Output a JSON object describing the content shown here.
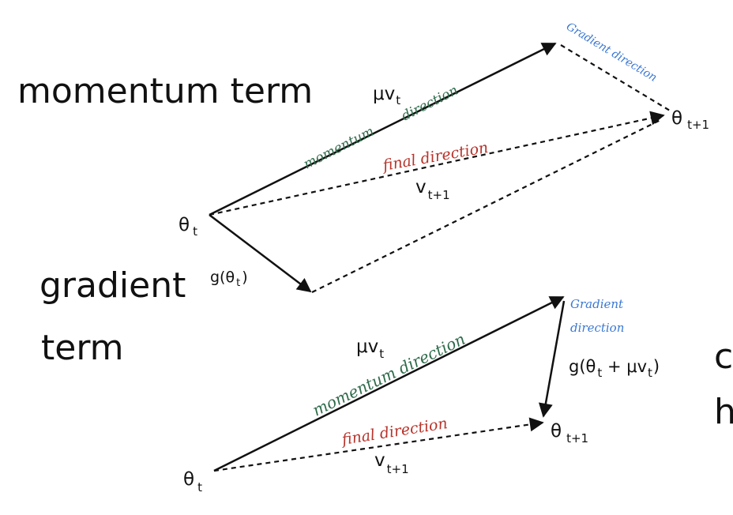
{
  "labels": {
    "momentum_term": "momentum term",
    "gradient_word": "gradient",
    "term_word": "term",
    "right_c": "c",
    "right_h": "h"
  },
  "top": {
    "theta": "θ",
    "theta_sub": "t",
    "theta_next": "θ",
    "theta_next_sub": "t+1",
    "mu": "μv",
    "mu_sub": "t",
    "v": "v",
    "v_sub": "t+1",
    "g_main": "g(θ",
    "g_sub": "t",
    "g_close": ")",
    "momentum_direction_1": "momentum",
    "momentum_direction_2": "direction",
    "final_direction": "final direction",
    "gradient_direction": "Gradient direction"
  },
  "bottom": {
    "theta": "θ",
    "theta_sub": "t",
    "theta_next": "θ",
    "theta_next_sub": "t+1",
    "mu": "μv",
    "mu_sub": "t",
    "v": "v",
    "v_sub": "t+1",
    "g_main": "g(θ",
    "g_sub1": "t",
    "g_plus": " + μv",
    "g_sub2": "t",
    "g_close": ")",
    "momentum_direction": "momentum direction",
    "final_direction": "final direction",
    "gradient_line1": "Gradient",
    "gradient_line2": "direction"
  },
  "colors": {
    "green": "#2e6b4a",
    "red": "#b8322a",
    "blue": "#3a78d4",
    "ink": "#111111"
  }
}
